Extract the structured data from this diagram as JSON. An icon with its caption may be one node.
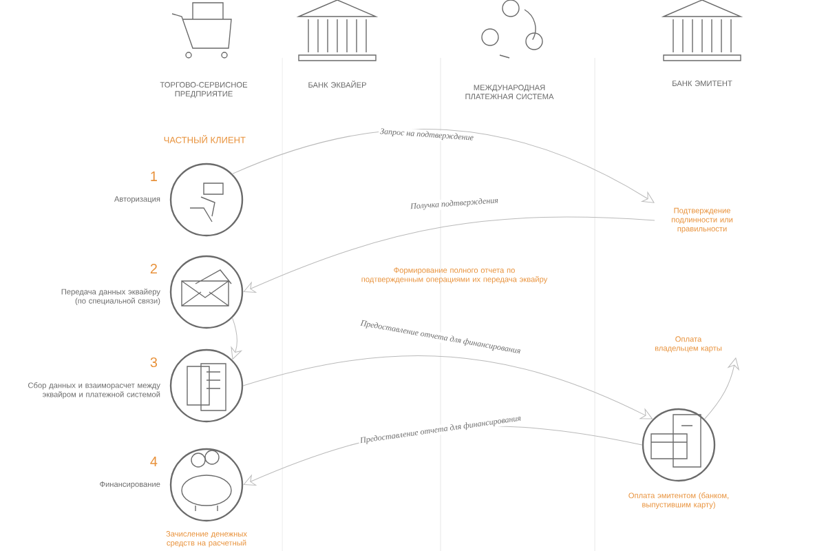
{
  "diagram": {
    "nodes": [
      {
        "text": [],
        "shape": "circle",
        "beside": [
          "1",
          "Авторизация"
        ]
      },
      {
        "text": [],
        "shape": "circle",
        "beside": [
          "2",
          "Передача данных эквайеру (по специальной связи)"
        ]
      },
      {
        "text": [],
        "shape": "circle",
        "beside": [
          "3",
          "Сбор данных и взаиморасчет между эквайром и платежной системой"
        ]
      },
      {
        "text": [],
        "shape": "circle",
        "beside": [
          "4",
          "Финансирование",
          "Зачисление денежных средств на расчетный"
        ]
      },
      {
        "text": [
          "Подтверждение подлинности или правильности"
        ]
      },
      {
        "text": [
          "Оплата владельцем карты"
        ]
      },
      {
        "text": [],
        "shape": "circle",
        "beside": [
          "Оплата эмитентом (банком, выпустившим карту)"
        ]
      }
    ],
    "edges": [
      {
        "from": 0,
        "to": 4,
        "arrow": "to",
        "label": "Запрос на подтверждение"
      },
      {
        "from": 4,
        "to": 1,
        "arrow": "to",
        "label": "Получка подтверждения"
      },
      {
        "from": 1,
        "to": 2,
        "arrow": "to"
      },
      {
        "from": 2,
        "to": 6,
        "arrow": "to",
        "label": "Предоставление отчета для финансирования"
      },
      {
        "from": 6,
        "to": 3,
        "arrow": "to",
        "label": "Предоставление отчета для финансирования"
      },
      {
        "from": 6,
        "to": 5,
        "arrow": "to"
      }
    ],
    "labels": [
      "ТОРГОВО-СЕРВИСНОЕ ПРЕДПРИЯТИЕ",
      "БАНК ЭКВАЙЕР",
      "МЕЖДУНАРОДНАЯ ПЛАТЕЖНАЯ СИСТЕМА",
      "БАНК ЭМИТЕНТ",
      "ЧАСТНЫЙ КЛИЕНТ",
      "Формирование полного отчета по подтвержденным операциями их передача эквайру"
    ]
  }
}
